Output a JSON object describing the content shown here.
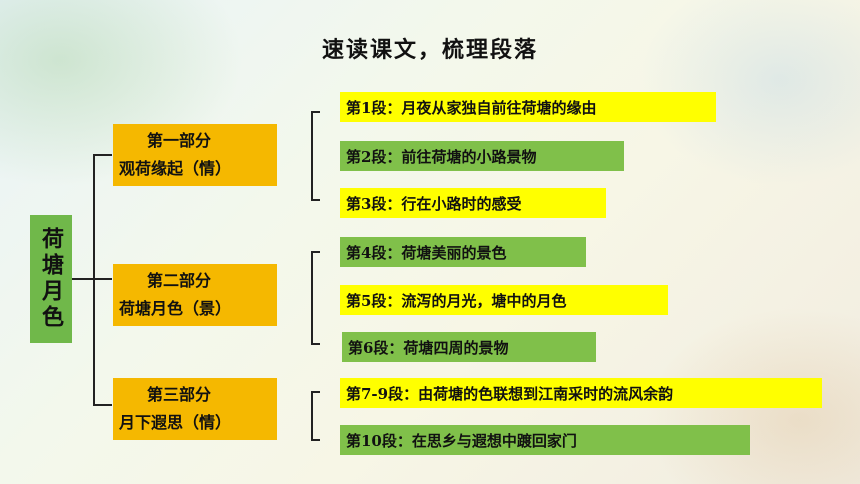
{
  "title": "速读课文，梳理段落",
  "root": {
    "label": "荷塘月色",
    "color": "#70b84a"
  },
  "parts": [
    {
      "name": "第一部分",
      "desc": "观荷缘起（情）"
    },
    {
      "name": "第二部分",
      "desc": "荷塘月色（景）"
    },
    {
      "name": "第三部分",
      "desc": "月下遐思（情）"
    }
  ],
  "paragraphs": [
    {
      "text": "第1段：月夜从家独自前往荷塘的缘由",
      "color": "yellow"
    },
    {
      "text": "第2段：前往荷塘的小路景物",
      "color": "green"
    },
    {
      "text": "第3段：行在小路时的感受",
      "color": "yellow"
    },
    {
      "text": "第4段：荷塘美丽的景色",
      "color": "green"
    },
    {
      "text": "第5段：流泻的月光，塘中的月色",
      "color": "yellow"
    },
    {
      "text": "第6段：荷塘四周的景物",
      "color": "green"
    },
    {
      "text": "第7-9段：由荷塘的色联想到江南采时的流风余韵",
      "color": "yellow"
    },
    {
      "text": "第10段：在思乡与遐想中踱回家门",
      "color": "green"
    }
  ],
  "colors": {
    "part": "#f5b800",
    "yellow": "#ffff00",
    "green": "#80c04a"
  }
}
